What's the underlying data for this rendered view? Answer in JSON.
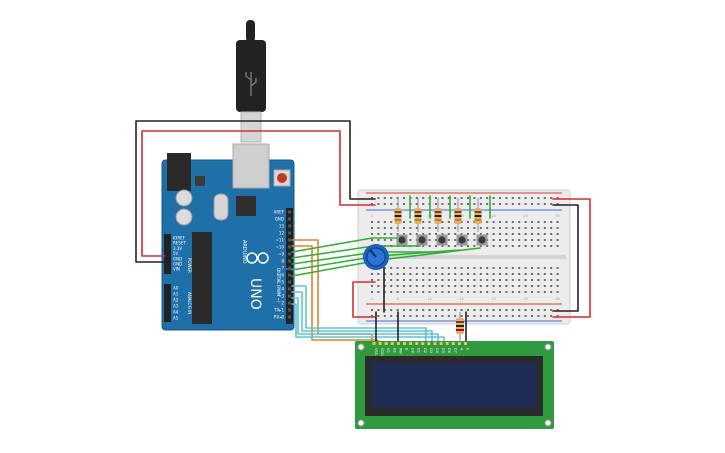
{
  "colors": {
    "background": "#ffffff",
    "arduino_board": "#1f6fa8",
    "arduino_edge": "#17588a",
    "breadboard": "#ececec",
    "breadboard_edge": "#cfcfcf",
    "rail_red": "#d93a3a",
    "rail_blue": "#4a6ed0",
    "lcd_pcb": "#2f9a3e",
    "lcd_screen": "#1f2d55",
    "lcd_bezel": "#2b2b2b",
    "wire_red": "#d62d2d",
    "wire_black": "#222222",
    "wire_orange": "#e0842a",
    "wire_green": "#2fb034",
    "wire_cyan": "#5cc5d8",
    "usb_cable": "#222222",
    "button": "#3b3b3b",
    "pot": "#1e5fbf"
  },
  "arduino": {
    "logo_text": "UNO",
    "brand_text": "ARDUINO",
    "digital_label": "DIGITAL (PWM ~)",
    "power_label": "POWER",
    "analog_label": "ANALOG IN",
    "digital_pins": [
      "AREF",
      "GND",
      "13",
      "12",
      "~11",
      "~10",
      "~9",
      "8",
      "7",
      "~6",
      "~5",
      "4",
      "~3",
      "2",
      "TX▸1",
      "RX◂0"
    ],
    "power_pins": [
      "IOREF",
      "RESET",
      "3.3V",
      "5V",
      "GND",
      "GND",
      "VIN"
    ],
    "analog_pins": [
      "A0",
      "A1",
      "A2",
      "A3",
      "A4",
      "A5"
    ]
  },
  "breadboard": {
    "column_numbers": [
      "1",
      "5",
      "10",
      "15",
      "20",
      "25",
      "30"
    ]
  },
  "lcd": {
    "pin_labels": [
      "VSS",
      "VDD",
      "V0",
      "RS",
      "RW",
      "E",
      "D0",
      "D1",
      "D2",
      "D3",
      "D4",
      "D5",
      "D6",
      "D7",
      "A",
      "K"
    ]
  },
  "components": {
    "button_count": 5,
    "resistor_count": 6
  }
}
